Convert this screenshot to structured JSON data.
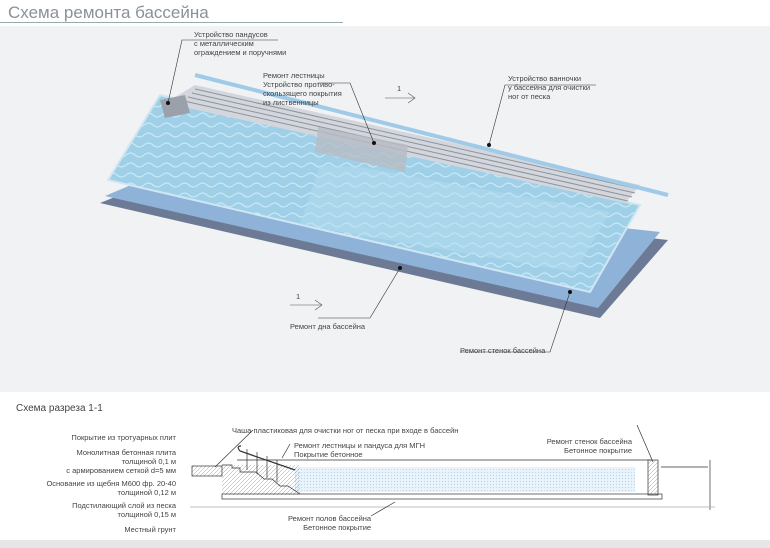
{
  "title": "Схема ремонта бассейна",
  "plan_labels": {
    "ramps": [
      "Устройство пандусов",
      "с металлическим",
      "ограждением и поручнями"
    ],
    "stairs": [
      "Ремонт лестницы",
      "Устройство противо-",
      "скользящего покрытия",
      "из лиственницы"
    ],
    "footbath": [
      "Устройство ванночки",
      "у бассейна для очистки",
      "ног от песка"
    ],
    "section_mark_top": "1",
    "section_mark_bottom": "1",
    "floor": "Ремонт дна бассейна",
    "walls": "Ремонт стенок бассейна"
  },
  "section": {
    "title": "Схема разреза 1-1",
    "left_labels": [
      "Покрытие из тротуарных плит",
      "Монолитная бетонная плита",
      "толщиной 0,1 м",
      "с армированием сеткой d=5 мм",
      "Основание из щебня М600 фр. 20-40",
      "толщиной 0,12 м",
      "Подстилающий слой из песка",
      "толщиной 0,15 м",
      "Местный грунт"
    ],
    "bowl": "Чаша пластиковая для очистки ног от песка при входе в бассейн",
    "stairs": [
      "Ремонт лестницы и пандуса для МГН",
      "Покрытие бетонное"
    ],
    "floor": [
      "Ремонт полов бассейна",
      "Бетонное покрытие"
    ],
    "walls": [
      "Ремонт стенок бассейна",
      "Бетонное покрытие"
    ]
  }
}
